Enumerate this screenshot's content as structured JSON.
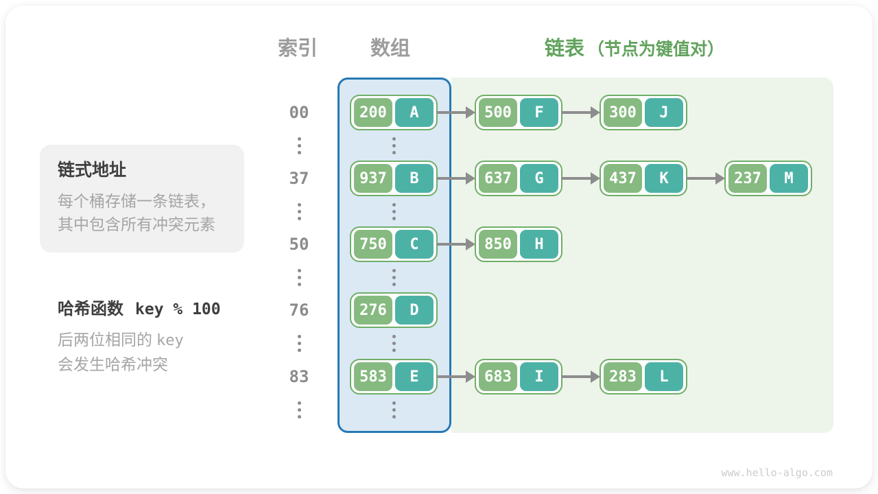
{
  "headers": {
    "index": "索引",
    "array": "数组",
    "list": "链表",
    "list_note": "（节点为键值对）"
  },
  "info_box": {
    "title": "链式地址",
    "line1": "每个桶存储一条链表，",
    "line2": "其中包含所有冲突元素"
  },
  "hash_note": {
    "title": "哈希函数",
    "formula": "key % 100",
    "line1_text": "后两位相同的",
    "line1_code": "key",
    "line2": "会发生哈希冲突"
  },
  "rows": [
    {
      "index": "00",
      "bucket": {
        "key": "200",
        "value": "A"
      },
      "chain": [
        {
          "key": "500",
          "value": "F"
        },
        {
          "key": "300",
          "value": "J"
        }
      ]
    },
    {
      "index": "37",
      "bucket": {
        "key": "937",
        "value": "B"
      },
      "chain": [
        {
          "key": "637",
          "value": "G"
        },
        {
          "key": "437",
          "value": "K"
        },
        {
          "key": "237",
          "value": "M"
        }
      ]
    },
    {
      "index": "50",
      "bucket": {
        "key": "750",
        "value": "C"
      },
      "chain": [
        {
          "key": "850",
          "value": "H"
        }
      ]
    },
    {
      "index": "76",
      "bucket": {
        "key": "276",
        "value": "D"
      },
      "chain": []
    },
    {
      "index": "83",
      "bucket": {
        "key": "583",
        "value": "E"
      },
      "chain": [
        {
          "key": "683",
          "value": "I"
        },
        {
          "key": "283",
          "value": "L"
        }
      ]
    }
  ],
  "watermark": "www.hello-algo.com",
  "colors": {
    "array_fill": "#dbe9f5",
    "array_border": "#2778b5",
    "list_fill": "#edf4ea",
    "node_border": "#6fae67",
    "key_fill": "#86ba80",
    "value_fill": "#4db2a6",
    "accent_green": "#61a25c",
    "header_gray": "#9c9c9c",
    "arrow_gray": "#8d8d8d",
    "info_box_fill": "#f1f1f1"
  }
}
